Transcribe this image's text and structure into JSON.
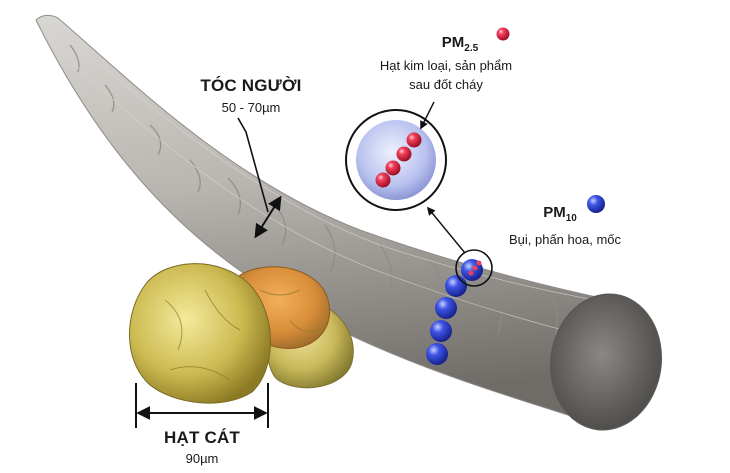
{
  "hair": {
    "title": "TÓC NGƯỜI",
    "size": "50 - 70µm"
  },
  "sand": {
    "title": "HẠT CÁT",
    "size": "90µm"
  },
  "pm25": {
    "label_main": "PM",
    "label_sub": "2.5",
    "desc_line1": "Hạt kim loại, sản phẩm",
    "desc_line2": "sau đốt cháy",
    "color": "#e8203f"
  },
  "pm10": {
    "label_main": "PM",
    "label_sub": "10",
    "desc": "Bụi, phấn hoa, mốc",
    "color": "#2a3fd0"
  }
}
